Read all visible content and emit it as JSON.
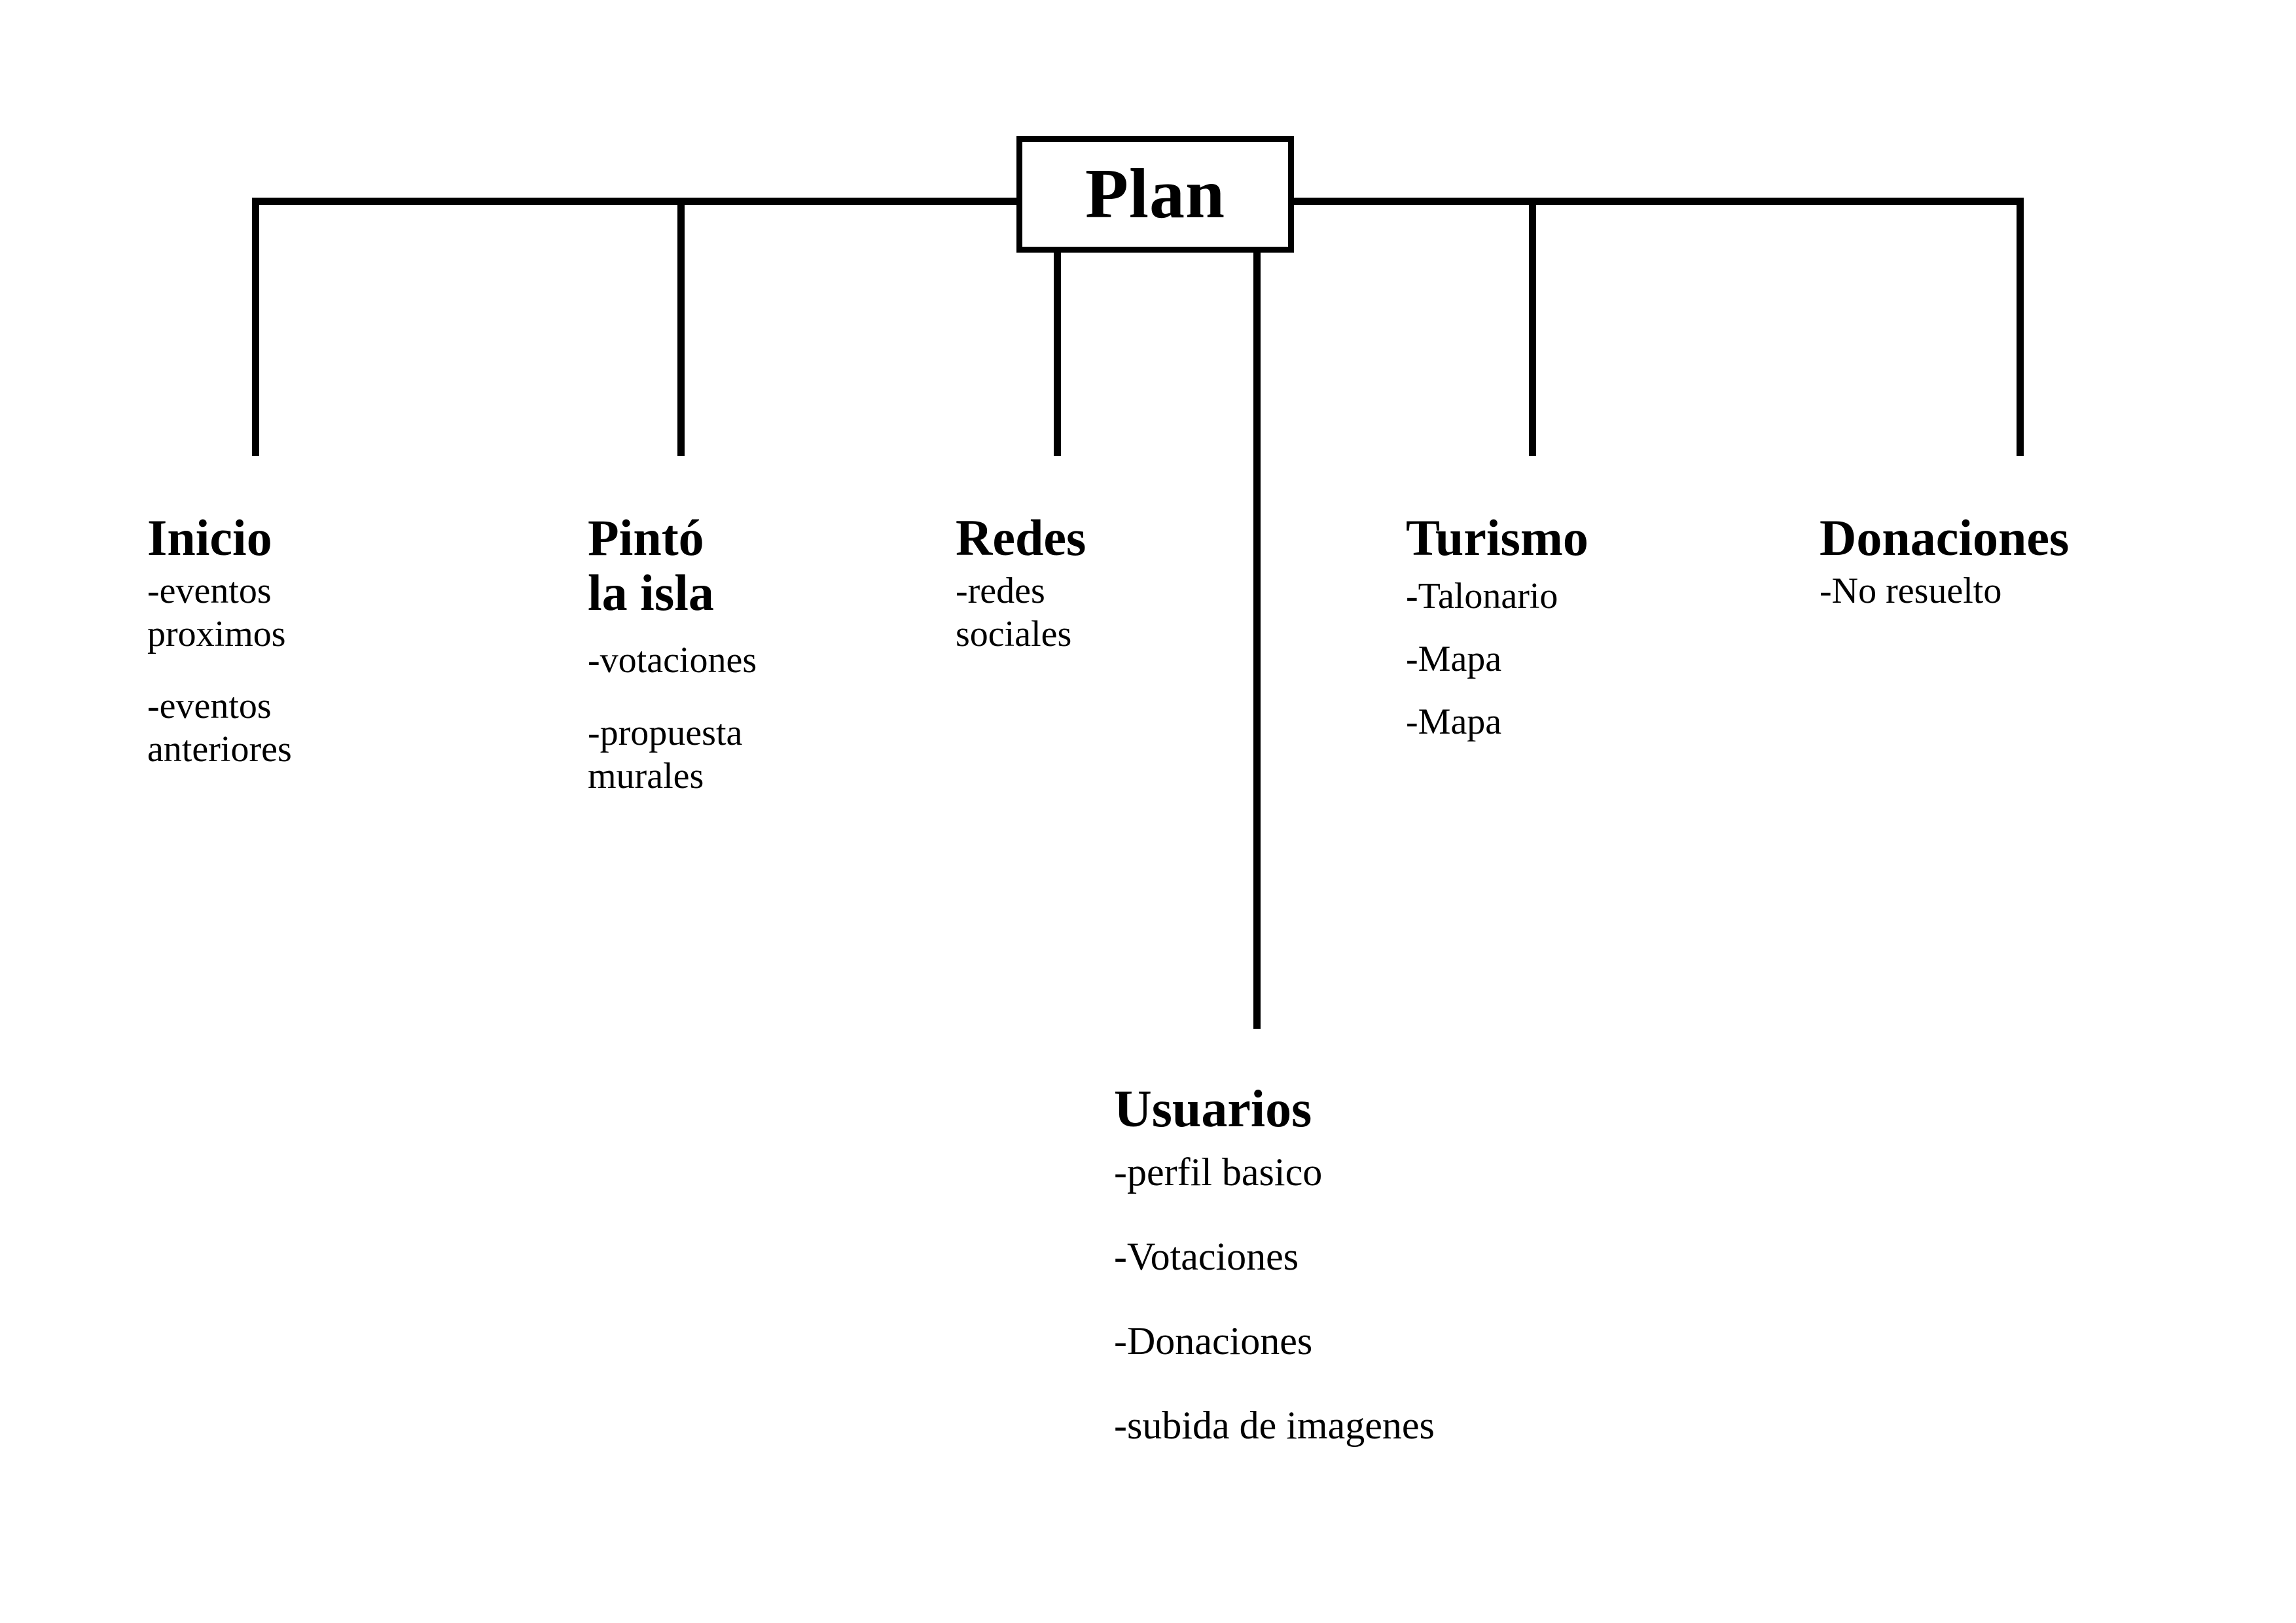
{
  "diagram": {
    "type": "tree",
    "title": "Plan",
    "root": {
      "label": "Plan"
    },
    "branches": [
      {
        "id": "inicio",
        "title": "Inicio",
        "items": [
          "-eventos\nproximos",
          "-eventos\nanteriores"
        ]
      },
      {
        "id": "pinto-la-isla",
        "title": "Pintó\nla isla",
        "items": [
          "-votaciones",
          "-propuesta\nmurales"
        ]
      },
      {
        "id": "redes",
        "title": "Redes",
        "items": [
          "-redes\nsociales"
        ]
      },
      {
        "id": "turismo",
        "title": "Turismo",
        "items": [
          "-Talonario",
          "-Mapa",
          "-Mapa"
        ]
      },
      {
        "id": "donaciones",
        "title": "Donaciones",
        "items": [
          "-No resuelto"
        ]
      },
      {
        "id": "usuarios",
        "title": "Usuarios",
        "items": [
          "-perfil basico",
          "-Votaciones",
          "-Donaciones",
          "-subida de imagenes"
        ]
      }
    ],
    "colors": {
      "background": "#ffffff",
      "ink": "#000000"
    }
  }
}
